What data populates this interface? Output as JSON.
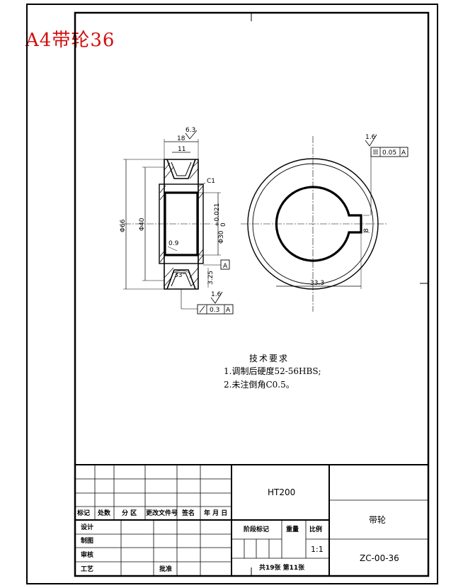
{
  "header": {
    "title": "A4带轮36"
  },
  "drawing": {
    "section_dims": {
      "width_top": "18",
      "width_inner": "11",
      "roughness_top": "6.3",
      "chamfer": "C1",
      "dia_outer": "Φ66",
      "dia_mid": "Φ40",
      "bore": "Φ30",
      "bore_tol_upper": "+0.021",
      "bore_tol_lower": "0",
      "groove_r": "0.9",
      "groove_angle": "33°",
      "offset": "3.25",
      "datum": "A",
      "roughness_bottom": "1.6",
      "runout_value": "0.3",
      "runout_datum": "A"
    },
    "end_view_dims": {
      "roughness": "1.6",
      "sym_value": "0.05",
      "sym_datum": "A",
      "keyway_depth": "33.3",
      "keyway_width": "8"
    }
  },
  "requirements": {
    "heading": "技术要求",
    "items": [
      "1.调制后硬度52-56HBS;",
      "2.未注倒角C0.5。"
    ]
  },
  "title_block": {
    "material": "HT200",
    "part_name": "带轮",
    "drawing_no": "ZC-00-36",
    "scale_label": "比例",
    "scale": "1:1",
    "weight_label": "重量",
    "stage_label": "阶段标记",
    "sheets": "共19张 第11张",
    "rev_headers": [
      "标记",
      "处数",
      "分 区",
      "更改文件号",
      "签名",
      "年 月 日"
    ],
    "roles": [
      "设计",
      "制图",
      "审核",
      "工艺"
    ],
    "approve": "批准"
  }
}
